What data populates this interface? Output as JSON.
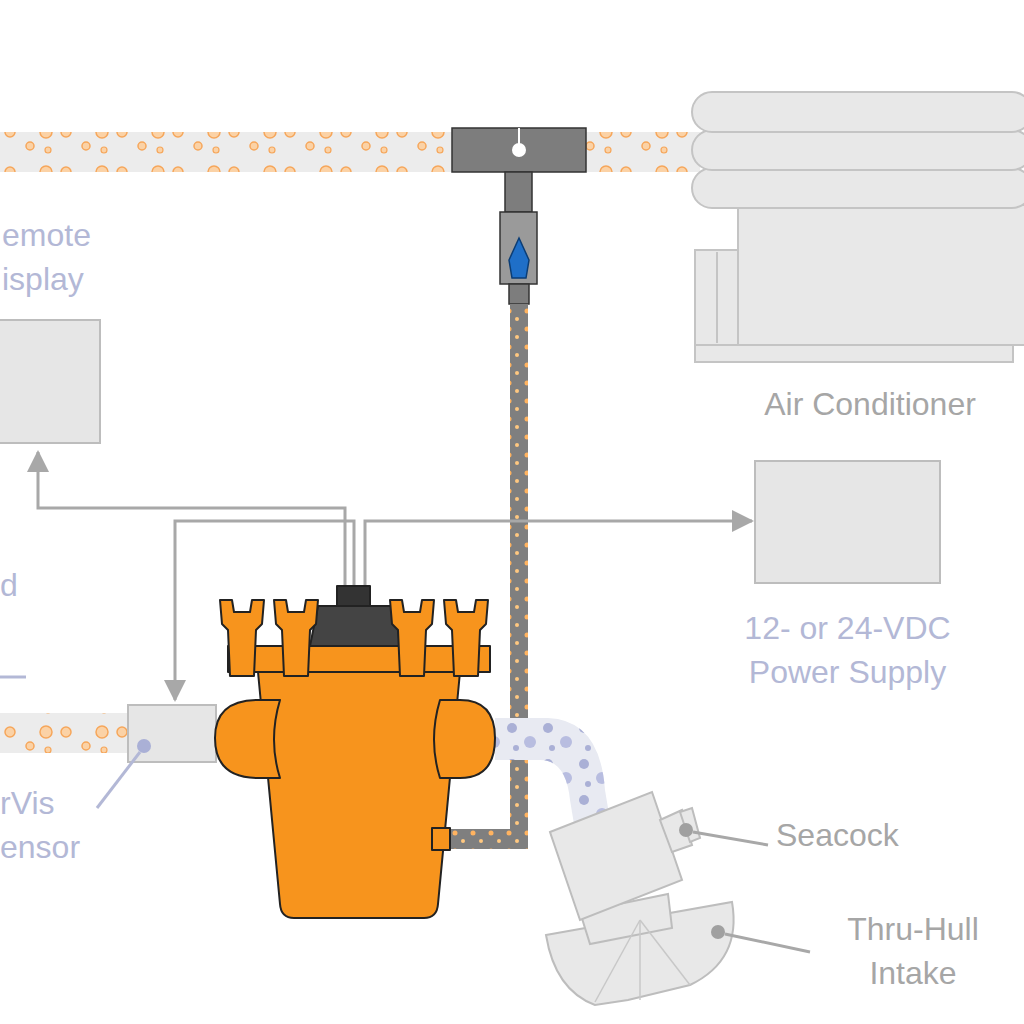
{
  "diagram": {
    "nodes": [
      {
        "text": [
          "emote isplay"
        ]
      },
      {
        "text": [
          "Air Conditioner"
        ]
      },
      {
        "text": [
          "12- or 24-VDC Power Supply"
        ]
      },
      {
        "text": [
          "rVis ensor"
        ]
      }
    ],
    "labels": [
      "d",
      "Seacock",
      "Thru-Hull Intake"
    ]
  }
}
